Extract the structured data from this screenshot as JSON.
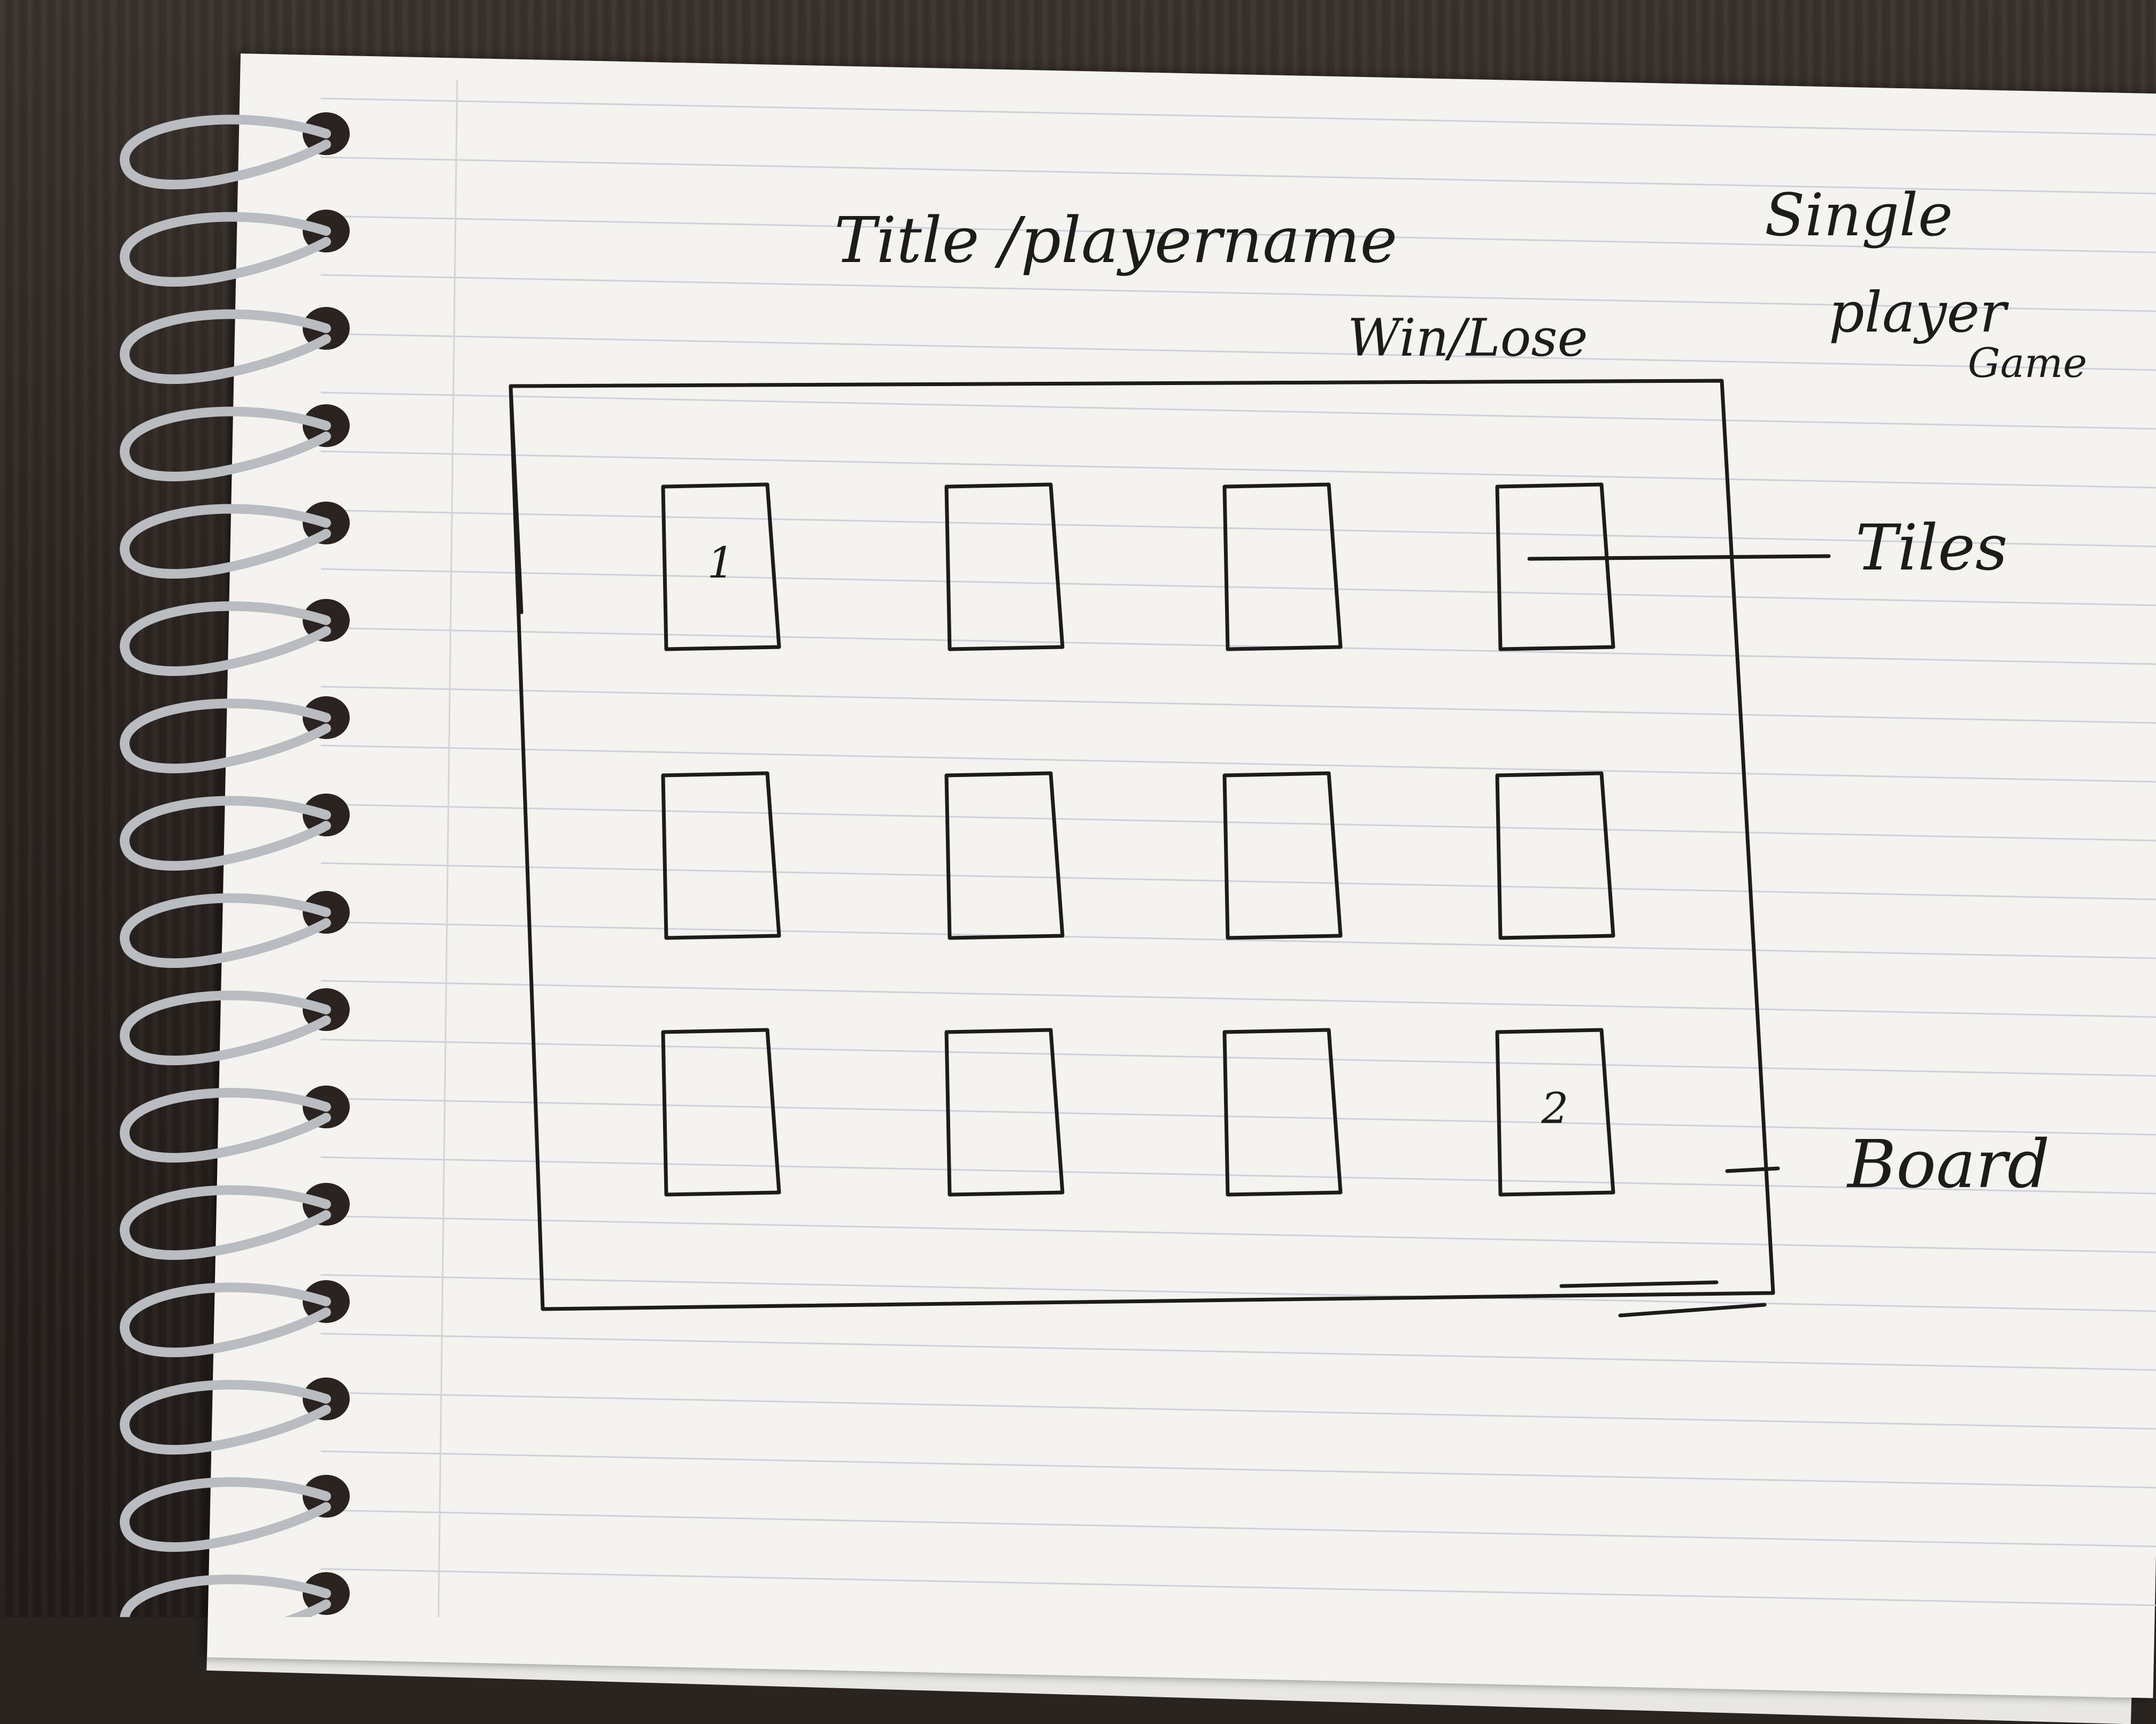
{
  "header": {
    "title_label": "Title /playername",
    "status_label": "Win/Lose",
    "mode_label_line1": "Single",
    "mode_label_line2": "player",
    "mode_label_line3": "Game"
  },
  "annotations": {
    "tiles_label": "Tiles",
    "board_label": "Board"
  },
  "board": {
    "tiles": [
      {
        "label": "1"
      },
      {
        "label": ""
      },
      {
        "label": ""
      },
      {
        "label": ""
      },
      {
        "label": ""
      },
      {
        "label": ""
      },
      {
        "label": ""
      },
      {
        "label": ""
      },
      {
        "label": ""
      },
      {
        "label": ""
      },
      {
        "label": ""
      },
      {
        "label": "2"
      }
    ]
  },
  "colors": {
    "ink": "#1e1c1b",
    "paper": "#f4f3f0",
    "rule_line": "#c9ccd4",
    "desk": "#2b2420"
  }
}
